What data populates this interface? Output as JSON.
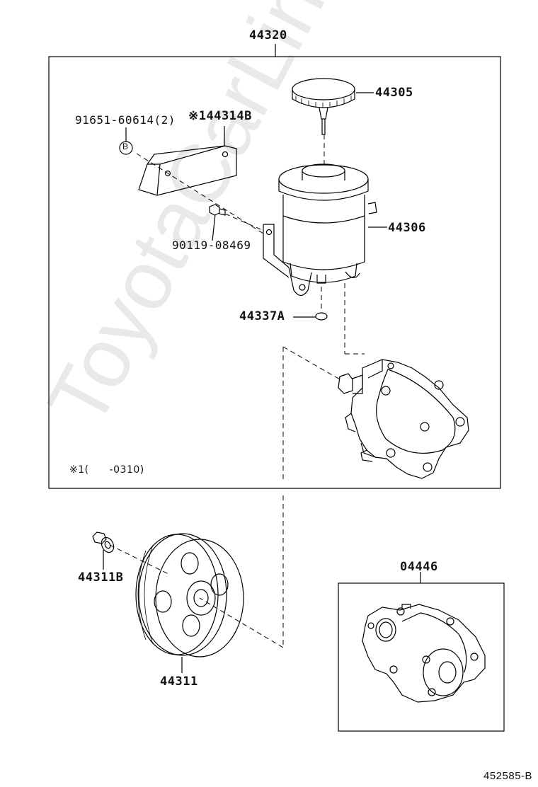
{
  "diagram": {
    "assembly_part": "44320",
    "kit_part": "04446",
    "figure_id": "452585-B",
    "note": "※1(　　-0310)",
    "watermark": "ToyotaCarLine.ru",
    "parts": {
      "cap": "44305",
      "bracket": "※144314B",
      "bolt_b": "91651-60614(2)",
      "bolt_b_symbol": "B",
      "stud": "90119-08469",
      "reservoir": "44306",
      "oring": "44337A",
      "nut": "44311B",
      "pulley": "44311"
    }
  }
}
